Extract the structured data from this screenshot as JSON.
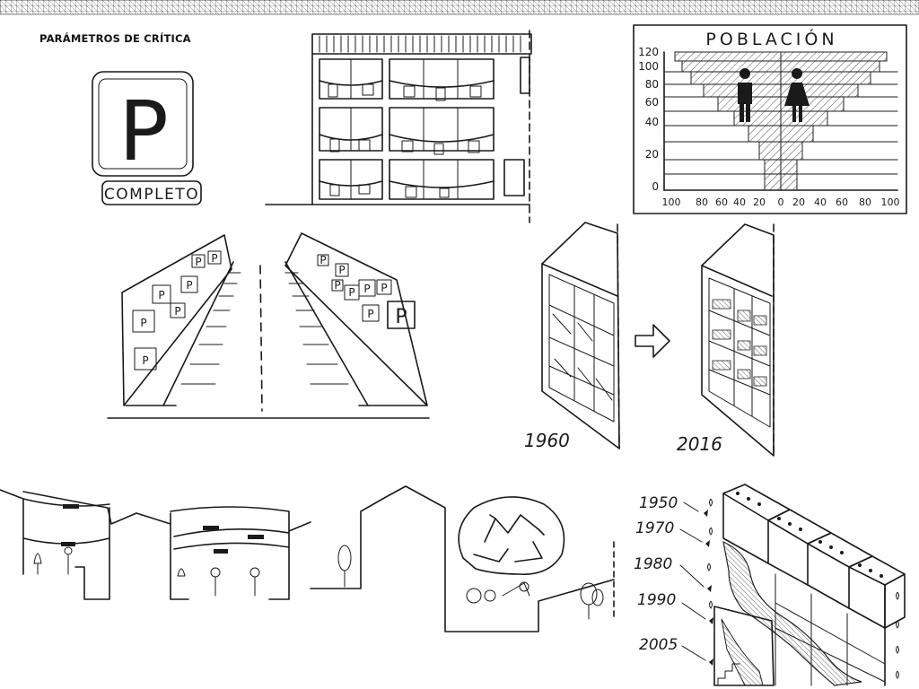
{
  "page": {
    "title": "PARÁMETROS DE CRÍTICA"
  },
  "parking": {
    "letter": "P",
    "label": "COMPLETO"
  },
  "population_chart": {
    "title": "POBLACIÓN",
    "y_ticks": [
      "120",
      "100",
      "80",
      "60",
      "40",
      "20",
      "0"
    ],
    "x_ticks": [
      "100",
      "80",
      "60",
      "40",
      "20",
      "0",
      "20",
      "40",
      "60",
      "80",
      "100"
    ]
  },
  "buildings": {
    "year_before": "1960",
    "year_after": "2016"
  },
  "timeline": {
    "years": [
      "1950",
      "1970",
      "1980",
      "1990",
      "2005"
    ]
  },
  "street_signs": {
    "letter": "P"
  }
}
